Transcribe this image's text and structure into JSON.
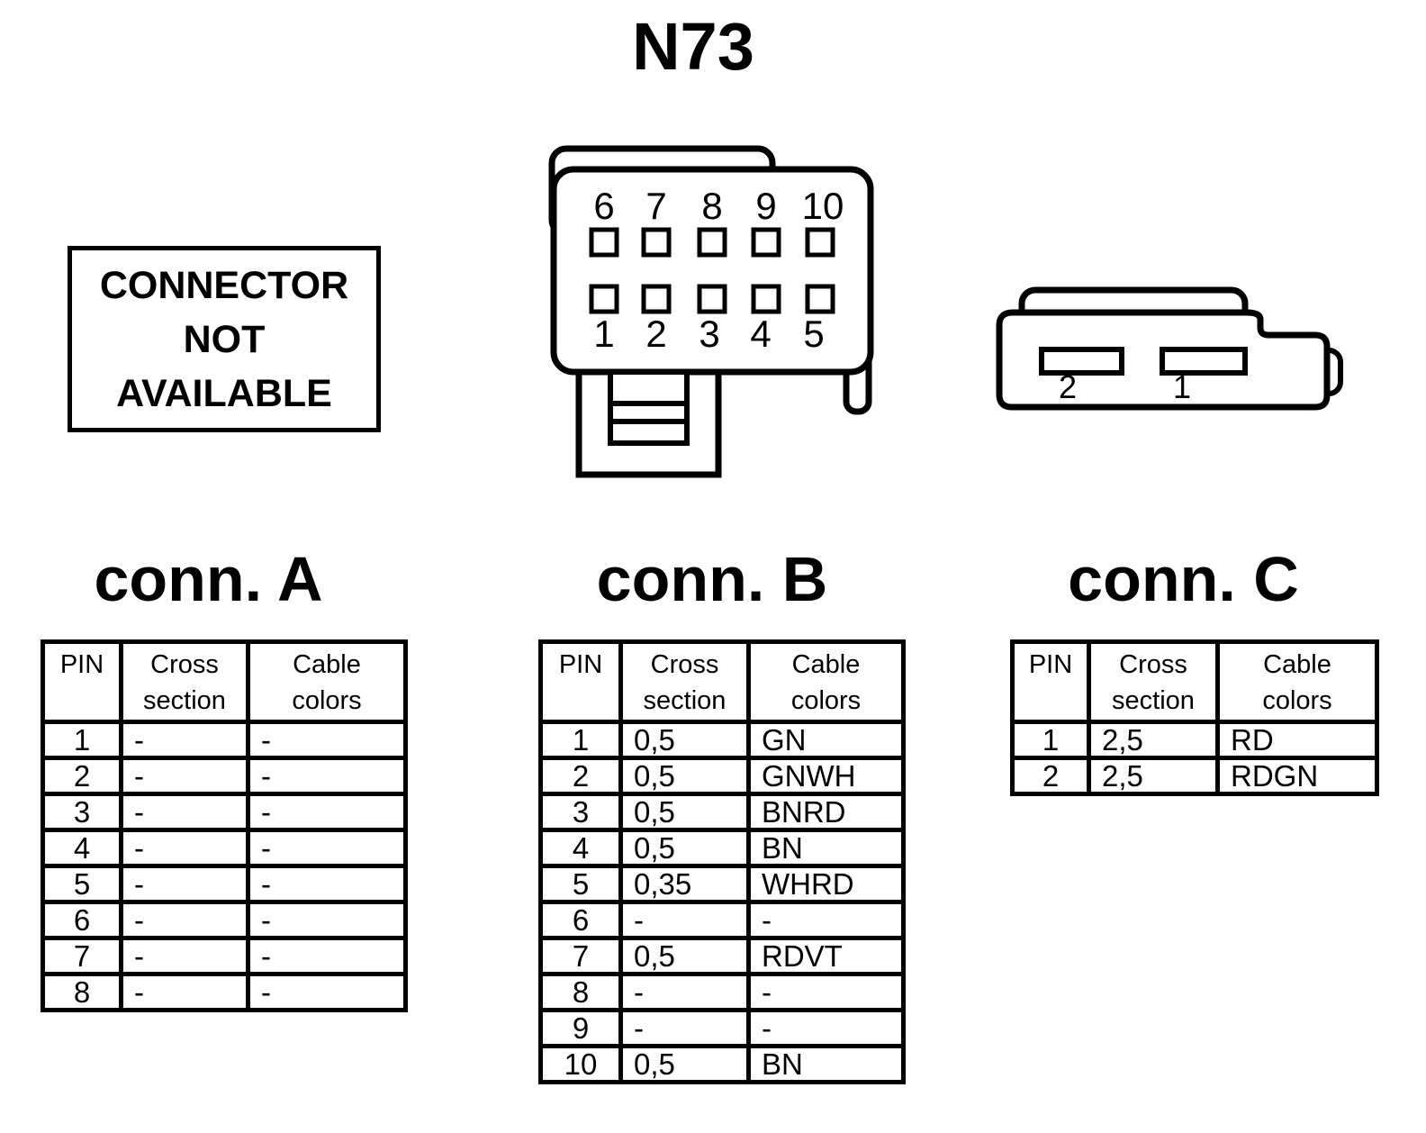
{
  "colors": {
    "ink": "#000000",
    "paper": "#ffffff"
  },
  "title": "N73",
  "not_available_box": {
    "line1": "CONNECTOR",
    "line2": "NOT",
    "line3": "AVAILABLE"
  },
  "connector_b_drawing": {
    "top_pins": [
      "6",
      "7",
      "8",
      "9",
      "10"
    ],
    "bottom_pins": [
      "1",
      "2",
      "3",
      "4",
      "5"
    ]
  },
  "connector_c_drawing": {
    "slot_labels": [
      "2",
      "1"
    ]
  },
  "table_header": {
    "pin": "PIN",
    "cross_line1": "Cross",
    "cross_line2": "section",
    "cable_line1": "Cable",
    "cable_line2": "colors"
  },
  "conn_a": {
    "title": "conn. A",
    "rows": [
      {
        "pin": "1",
        "cross": "-",
        "cable": "-"
      },
      {
        "pin": "2",
        "cross": "-",
        "cable": "-"
      },
      {
        "pin": "3",
        "cross": "-",
        "cable": "-"
      },
      {
        "pin": "4",
        "cross": "-",
        "cable": "-"
      },
      {
        "pin": "5",
        "cross": "-",
        "cable": "-"
      },
      {
        "pin": "6",
        "cross": "-",
        "cable": "-"
      },
      {
        "pin": "7",
        "cross": "-",
        "cable": "-"
      },
      {
        "pin": "8",
        "cross": "-",
        "cable": "-"
      }
    ]
  },
  "conn_b": {
    "title": "conn. B",
    "rows": [
      {
        "pin": "1",
        "cross": "0,5",
        "cable": "GN"
      },
      {
        "pin": "2",
        "cross": "0,5",
        "cable": "GNWH"
      },
      {
        "pin": "3",
        "cross": "0,5",
        "cable": "BNRD"
      },
      {
        "pin": "4",
        "cross": "0,5",
        "cable": "BN"
      },
      {
        "pin": "5",
        "cross": "0,35",
        "cable": "WHRD"
      },
      {
        "pin": "6",
        "cross": "-",
        "cable": "-"
      },
      {
        "pin": "7",
        "cross": "0,5",
        "cable": "RDVT"
      },
      {
        "pin": "8",
        "cross": "-",
        "cable": "-"
      },
      {
        "pin": "9",
        "cross": "-",
        "cable": "-"
      },
      {
        "pin": "10",
        "cross": "0,5",
        "cable": "BN"
      }
    ]
  },
  "conn_c": {
    "title": "conn. C",
    "rows": [
      {
        "pin": "1",
        "cross": "2,5",
        "cable": "RD"
      },
      {
        "pin": "2",
        "cross": "2,5",
        "cable": "RDGN"
      }
    ]
  }
}
